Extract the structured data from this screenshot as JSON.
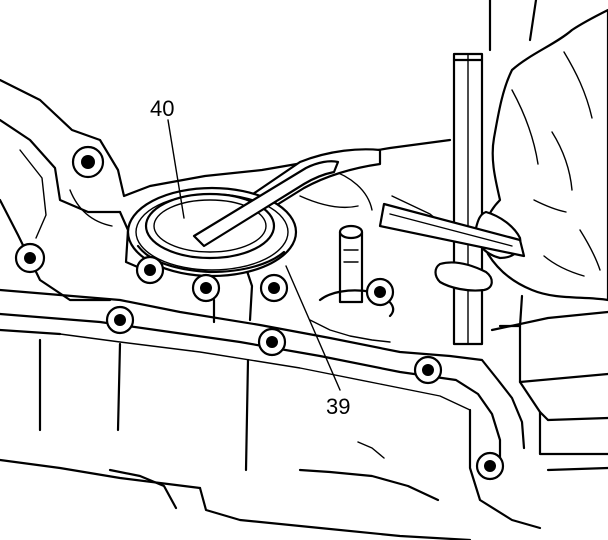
{
  "diagram": {
    "callouts": [
      {
        "id": "40",
        "label": "40"
      },
      {
        "id": "39",
        "label": "39"
      }
    ]
  }
}
